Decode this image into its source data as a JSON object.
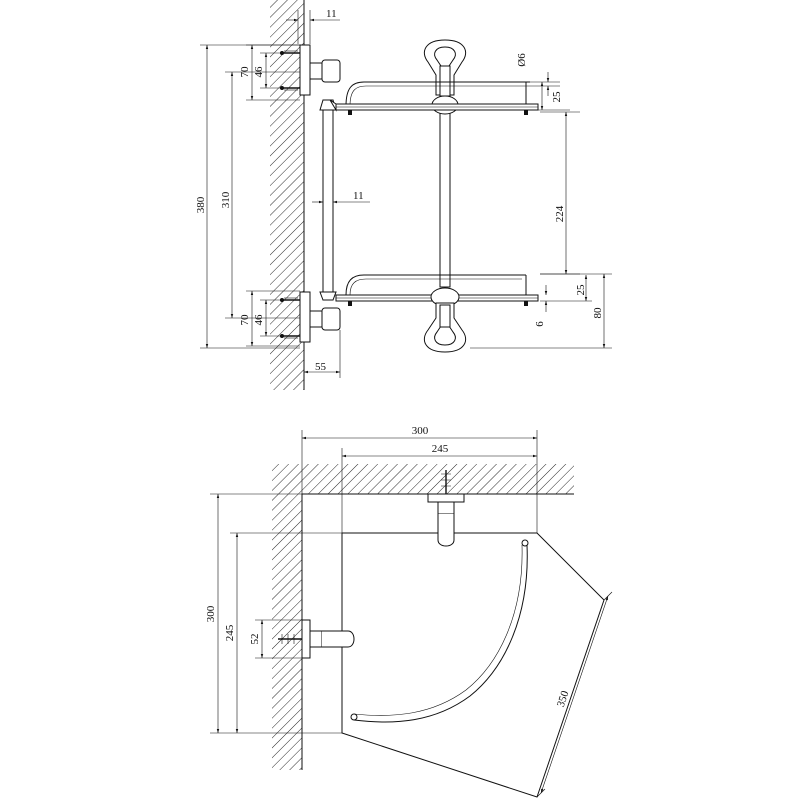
{
  "side_view": {
    "dims": {
      "top_offset": "11",
      "screw_outer_top": "70",
      "screw_inner_top": "46",
      "overall_height": "380",
      "mount_spacing": "310",
      "mid_offset": "11",
      "screw_outer_bottom": "70",
      "screw_inner_bottom": "46",
      "depth_from_wall": "55",
      "rod_diameter": "Ø6",
      "shelf_rail_top": "25",
      "shelf_spacing": "224",
      "shelf_rail_bottom": "25",
      "glass_thickness": "6",
      "bottom_height": "80"
    }
  },
  "top_view": {
    "dims": {
      "total_width": "300",
      "glass_width": "245",
      "total_depth": "300",
      "glass_depth": "245",
      "bracket_height": "52",
      "diagonal": "350"
    }
  }
}
